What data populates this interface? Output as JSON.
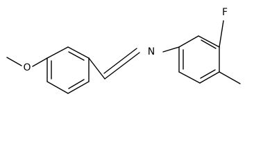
{
  "structure": {
    "atoms": {
      "nitrogen": "N",
      "fluorine": "F",
      "oxygen": "O"
    },
    "colors": {
      "bond": "#000000",
      "label": "#000000",
      "background": "#ffffff"
    }
  }
}
